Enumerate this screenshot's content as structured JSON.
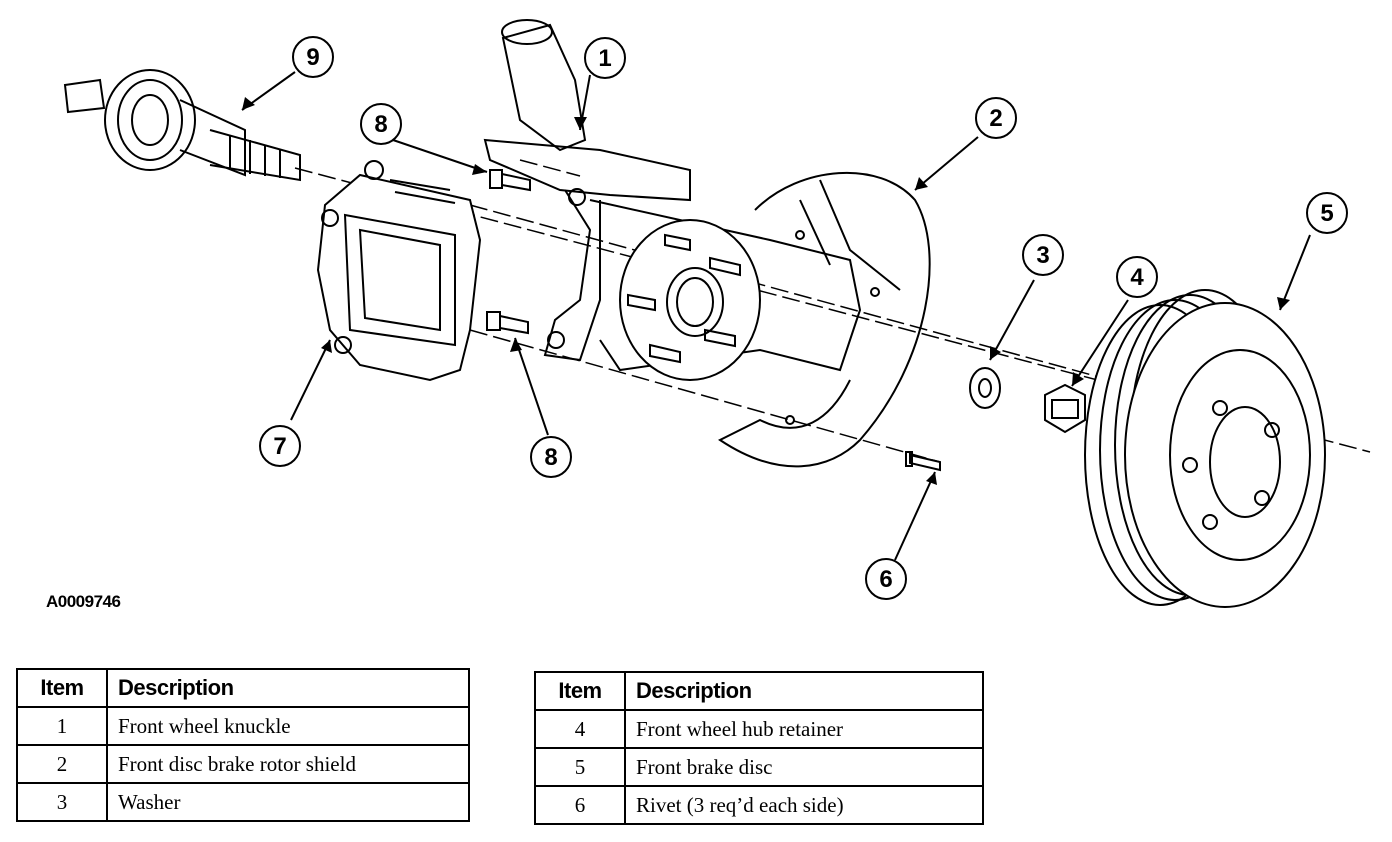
{
  "figure_id": "A0009746",
  "callouts": [
    "1",
    "2",
    "3",
    "4",
    "5",
    "6",
    "7",
    "8",
    "8",
    "9"
  ],
  "legend_header": {
    "item": "Item",
    "description": "Description"
  },
  "legend_left": [
    {
      "item": "1",
      "description": "Front wheel knuckle"
    },
    {
      "item": "2",
      "description": "Front disc brake rotor shield"
    },
    {
      "item": "3",
      "description": "Washer"
    }
  ],
  "legend_right": [
    {
      "item": "4",
      "description": "Front wheel hub retainer"
    },
    {
      "item": "5",
      "description": "Front brake disc"
    },
    {
      "item": "6",
      "description": "Rivet (3 req’d each side)"
    }
  ]
}
